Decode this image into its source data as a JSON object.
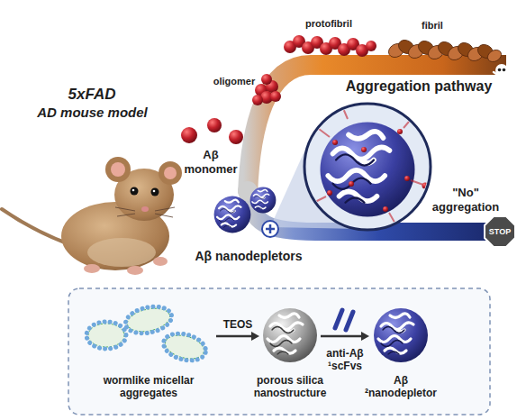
{
  "diagram": {
    "nodes": [
      {
        "text": [
          "STOP"
        ]
      },
      {
        "text": [
          "wormlike micellar aggregates"
        ]
      },
      {
        "text": [
          "porous silica nanostructure"
        ]
      },
      {
        "text": [
          "Aβ ²nanodepletor"
        ]
      }
    ],
    "edges": [
      {
        "from": 1,
        "to": 2,
        "arrow": "to",
        "label": "TEOS"
      },
      {
        "from": 2,
        "to": 3,
        "arrow": "to",
        "label": "anti-Aβ ¹scFvs"
      }
    ],
    "labels": [
      "5xFAD",
      "AD mouse model",
      "oligomer",
      "protofibril",
      "fibril",
      "Aggregation pathway",
      "Aβ monomer",
      "Aβ nanodepletors",
      "\"No\" aggregation"
    ]
  }
}
